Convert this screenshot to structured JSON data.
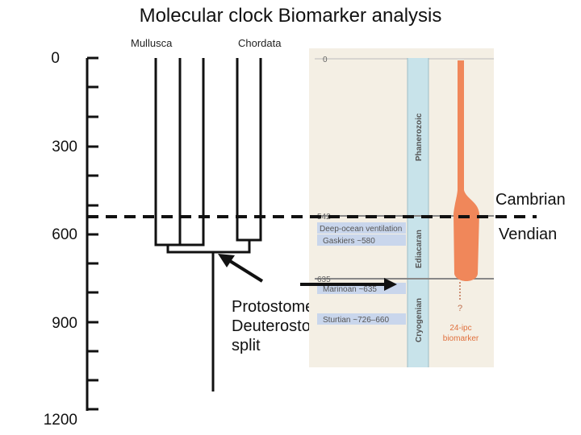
{
  "title": "Molecular clock Biomarker analysis",
  "clades": {
    "left": "Mullusca",
    "right": "Chordata"
  },
  "time_axis": {
    "ticks": [
      "0",
      "300",
      "600",
      "900",
      "1200"
    ]
  },
  "boundary": {
    "above": "Cambrian",
    "below": "Vendian"
  },
  "split_label": [
    "Protostome/",
    "Deuterostome",
    "split"
  ],
  "inset": {
    "top_value": "0",
    "eon_label": "Phanerozoic",
    "period_ediacaran": "Ediacaran",
    "period_cryogenian": "Cryogenian",
    "boundary_542": "542",
    "boundary_635": "635",
    "events": {
      "deep_ocean": "Deep-ocean ventilation",
      "gaskiers": "Gaskiers ~580",
      "marinoan": "Marinoan ~635",
      "sturtian": "Sturtian ~726–660"
    },
    "question_mark": "?",
    "biomarker_label": [
      "24-ipc",
      "biomarker"
    ]
  },
  "colors": {
    "panel_bg": "#f4efe4",
    "eon_bar": "#c8e3ea",
    "event_band": "#c9d6ec",
    "biomarker": "#f0875a",
    "biomarker_text": "#e0703d"
  }
}
